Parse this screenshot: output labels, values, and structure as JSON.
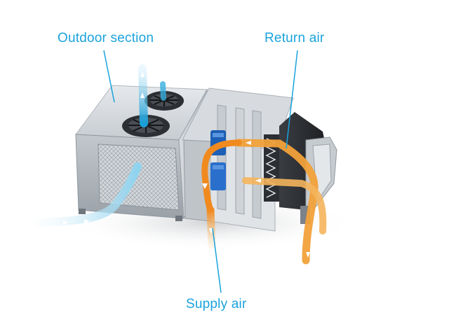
{
  "labels": {
    "outdoor_section": "Outdoor section",
    "return_air": "Return air",
    "supply_air": "Supply air"
  },
  "colors": {
    "callout": "#1aa3dd",
    "cool_air": "#8fd3ef",
    "warm_air": "#f2a13a",
    "casing": "#c9ced4",
    "casing_dark": "#8f979f"
  }
}
